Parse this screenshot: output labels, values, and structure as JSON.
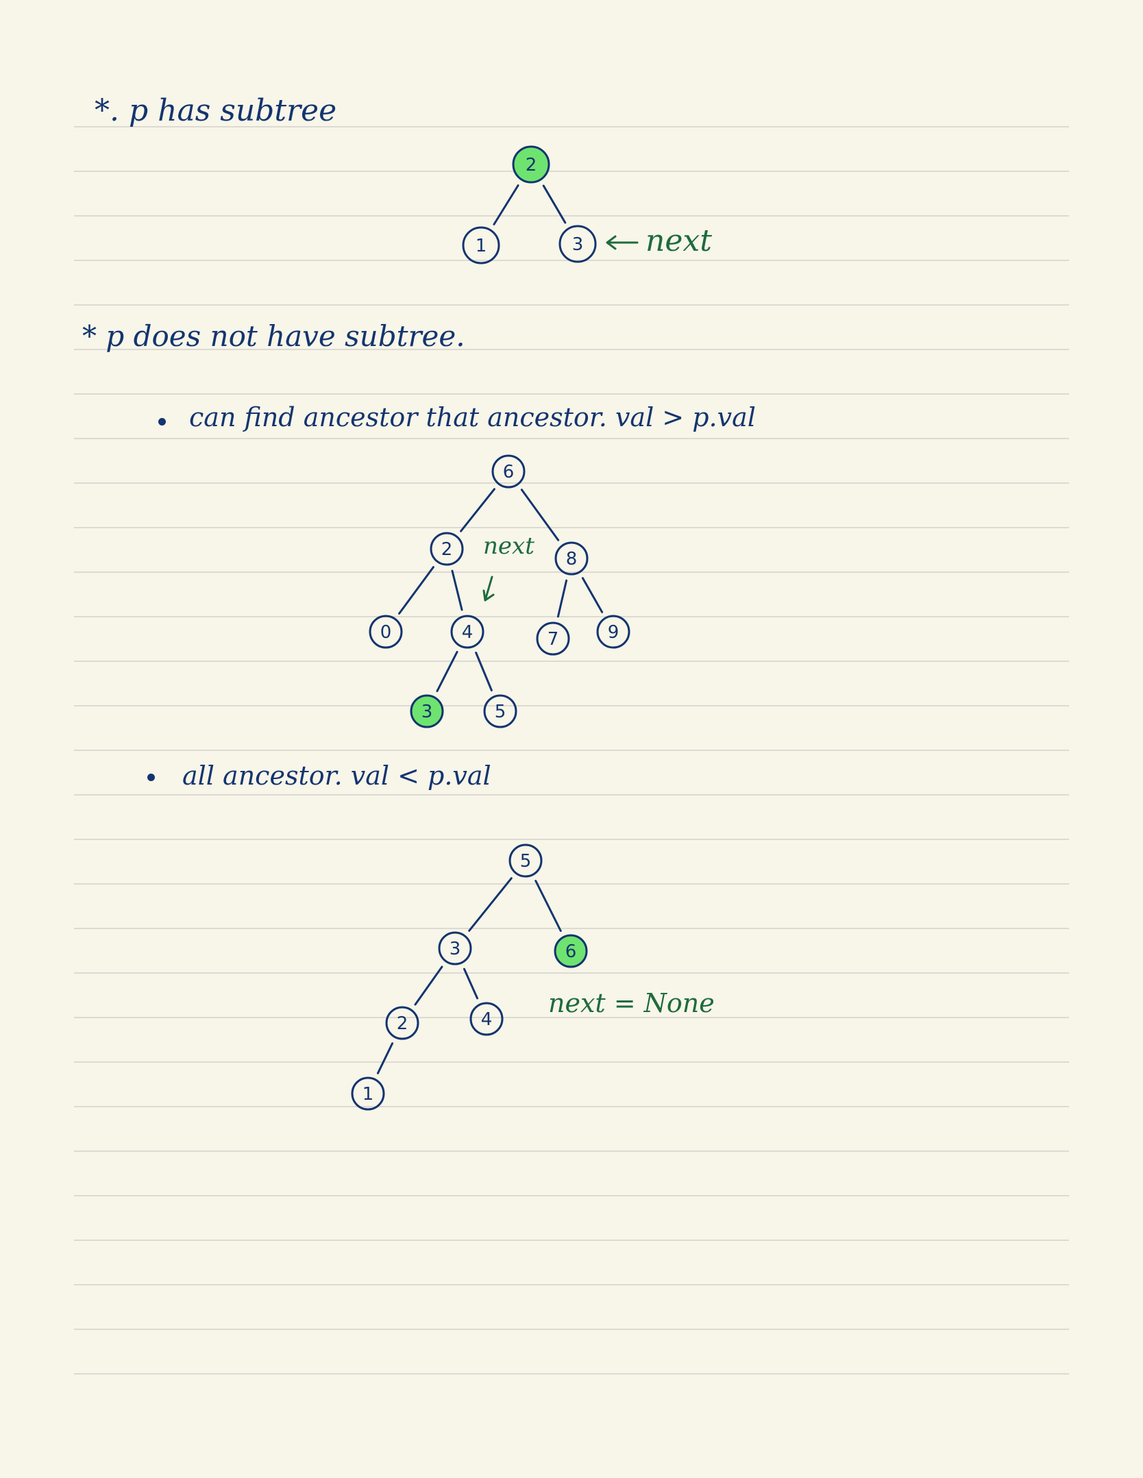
{
  "section1": {
    "heading": "*. p has subtree",
    "annotation": "next",
    "tree": {
      "nodes": [
        {
          "id": "n2",
          "value": "2",
          "highlight": true
        },
        {
          "id": "n1",
          "value": "1",
          "highlight": false
        },
        {
          "id": "n3",
          "value": "3",
          "highlight": false
        }
      ],
      "edges": [
        [
          "n2",
          "n1"
        ],
        [
          "n2",
          "n3"
        ]
      ]
    }
  },
  "section2": {
    "heading": "* p does not have subtree.",
    "case1": {
      "text": "can find ancestor that ancestor. val > p.val",
      "annotation": "next",
      "tree": {
        "nodes": [
          {
            "id": "n6",
            "value": "6",
            "highlight": false
          },
          {
            "id": "n2",
            "value": "2",
            "highlight": false
          },
          {
            "id": "n8",
            "value": "8",
            "highlight": false
          },
          {
            "id": "n0",
            "value": "0",
            "highlight": false
          },
          {
            "id": "n4",
            "value": "4",
            "highlight": false
          },
          {
            "id": "n7",
            "value": "7",
            "highlight": false
          },
          {
            "id": "n9",
            "value": "9",
            "highlight": false
          },
          {
            "id": "n3",
            "value": "3",
            "highlight": true
          },
          {
            "id": "n5",
            "value": "5",
            "highlight": false
          }
        ],
        "edges": [
          [
            "n6",
            "n2"
          ],
          [
            "n6",
            "n8"
          ],
          [
            "n2",
            "n0"
          ],
          [
            "n2",
            "n4"
          ],
          [
            "n8",
            "n7"
          ],
          [
            "n8",
            "n9"
          ],
          [
            "n4",
            "n3"
          ],
          [
            "n4",
            "n5"
          ]
        ]
      }
    },
    "case2": {
      "text": "all ancestor. val < p.val",
      "annotation": "next = None",
      "tree": {
        "nodes": [
          {
            "id": "n5",
            "value": "5",
            "highlight": false
          },
          {
            "id": "n3",
            "value": "3",
            "highlight": false
          },
          {
            "id": "n6",
            "value": "6",
            "highlight": true
          },
          {
            "id": "n2",
            "value": "2",
            "highlight": false
          },
          {
            "id": "n4",
            "value": "4",
            "highlight": false
          },
          {
            "id": "n1",
            "value": "1",
            "highlight": false
          }
        ],
        "edges": [
          [
            "n5",
            "n3"
          ],
          [
            "n5",
            "n6"
          ],
          [
            "n3",
            "n2"
          ],
          [
            "n3",
            "n4"
          ],
          [
            "n2",
            "n1"
          ]
        ]
      }
    }
  }
}
